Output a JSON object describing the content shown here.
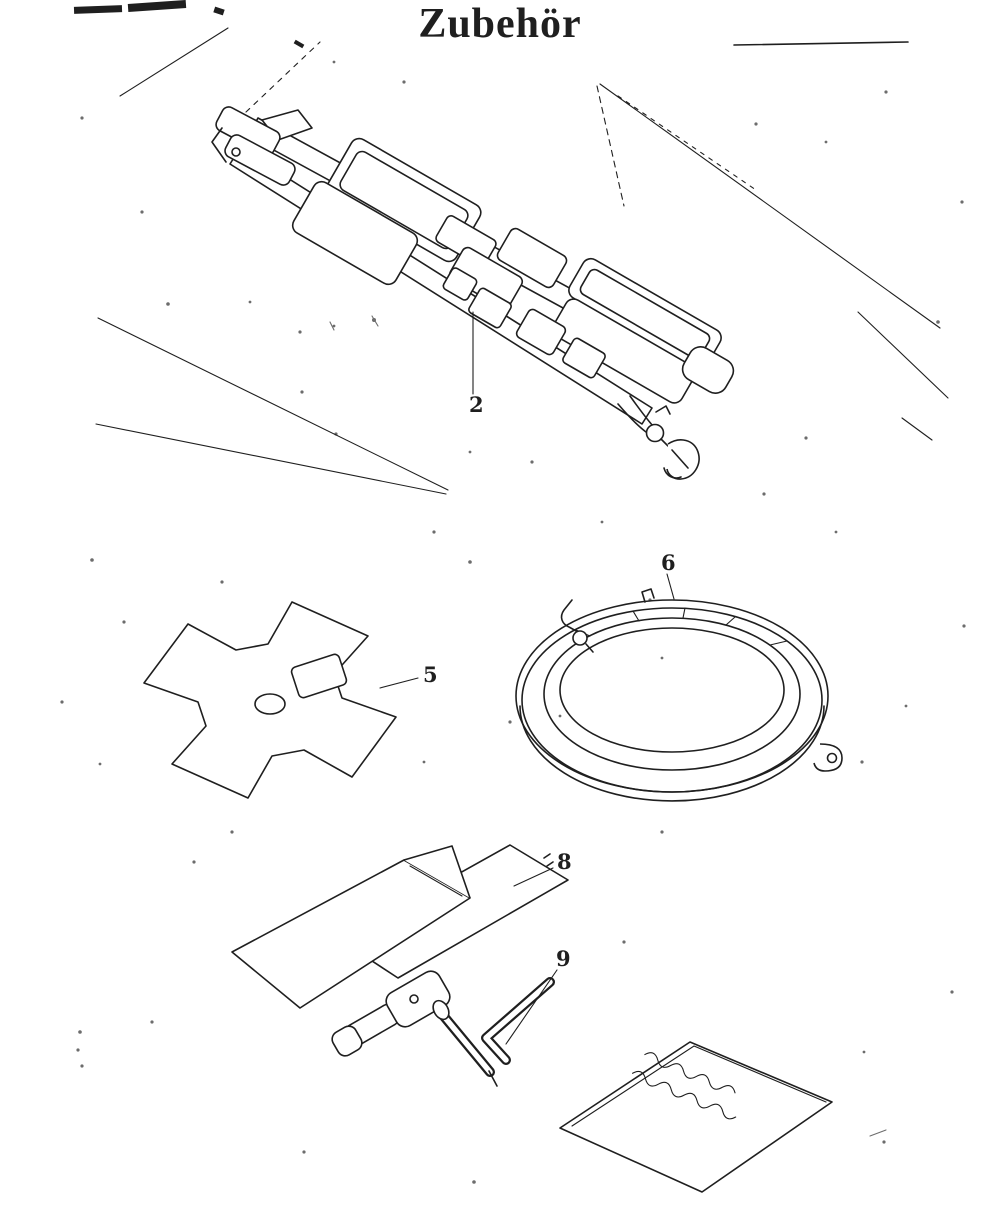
{
  "page": {
    "title": "Zubehör",
    "background_color": "#ffffff",
    "ink_color": "#1f1f1f"
  },
  "part_labels": {
    "harness": "2",
    "blade": "5",
    "ring": "6",
    "toolkit": "8",
    "hex_key": "9"
  }
}
